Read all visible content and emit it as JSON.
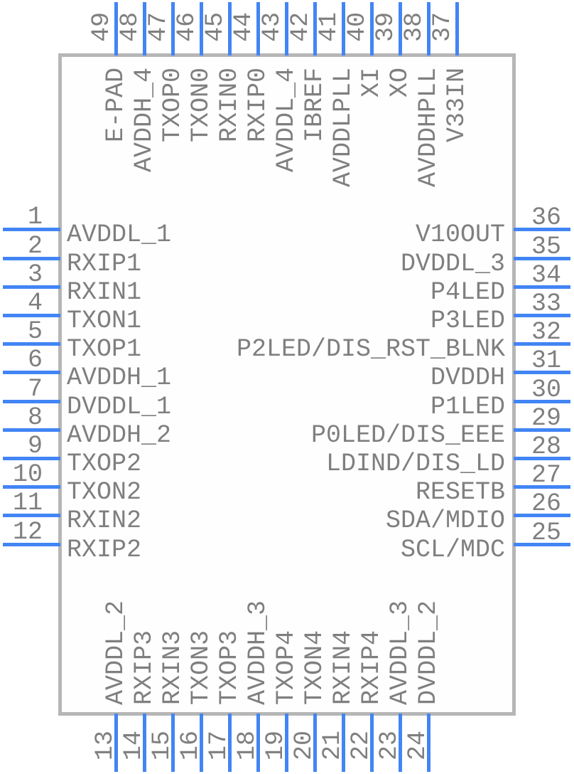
{
  "diagram": {
    "colors": {
      "pin_line": "#4285f4",
      "text": "#7f7f7f",
      "body_outline": "#b6b6b6",
      "body_fill": "#fefefe"
    },
    "pins": {
      "top": [
        {
          "number": "49",
          "label": "E-PAD"
        },
        {
          "number": "48",
          "label": "AVDDH_4"
        },
        {
          "number": "47",
          "label": "TXOP0"
        },
        {
          "number": "46",
          "label": "TXON0"
        },
        {
          "number": "45",
          "label": "RXIN0"
        },
        {
          "number": "44",
          "label": "RXIP0"
        },
        {
          "number": "43",
          "label": "AVDDL_4"
        },
        {
          "number": "42",
          "label": "IBREF"
        },
        {
          "number": "41",
          "label": "AVDDLPLL"
        },
        {
          "number": "40",
          "label": "XI"
        },
        {
          "number": "39",
          "label": "XO"
        },
        {
          "number": "38",
          "label": "AVDDHPLL"
        },
        {
          "number": "37",
          "label": "V33IN"
        }
      ],
      "left": [
        {
          "number": "1",
          "label": "AVDDL_1"
        },
        {
          "number": "2",
          "label": "RXIP1"
        },
        {
          "number": "3",
          "label": "RXIN1"
        },
        {
          "number": "4",
          "label": "TXON1"
        },
        {
          "number": "5",
          "label": "TXOP1"
        },
        {
          "number": "6",
          "label": "AVDDH_1"
        },
        {
          "number": "7",
          "label": "DVDDL_1"
        },
        {
          "number": "8",
          "label": "AVDDH_2"
        },
        {
          "number": "9",
          "label": "TXOP2"
        },
        {
          "number": "10",
          "label": "TXON2"
        },
        {
          "number": "11",
          "label": "RXIN2"
        },
        {
          "number": "12",
          "label": "RXIP2"
        }
      ],
      "right": [
        {
          "number": "36",
          "label": "V10OUT"
        },
        {
          "number": "35",
          "label": "DVDDL_3"
        },
        {
          "number": "34",
          "label": "P4LED"
        },
        {
          "number": "33",
          "label": "P3LED"
        },
        {
          "number": "32",
          "label": "P2LED/DIS_RST_BLNK"
        },
        {
          "number": "31",
          "label": "DVDDH"
        },
        {
          "number": "30",
          "label": "P1LED"
        },
        {
          "number": "29",
          "label": "P0LED/DIS_EEE"
        },
        {
          "number": "28",
          "label": "LDIND/DIS_LD"
        },
        {
          "number": "27",
          "label": "RESETB"
        },
        {
          "number": "26",
          "label": "SDA/MDIO"
        },
        {
          "number": "25",
          "label": "SCL/MDC"
        }
      ],
      "bottom": [
        {
          "number": "13",
          "label": "AVDDL_2"
        },
        {
          "number": "14",
          "label": "RXIP3"
        },
        {
          "number": "15",
          "label": "RXIN3"
        },
        {
          "number": "16",
          "label": "TXON3"
        },
        {
          "number": "17",
          "label": "TXOP3"
        },
        {
          "number": "18",
          "label": "AVDDH_3"
        },
        {
          "number": "19",
          "label": "TXOP4"
        },
        {
          "number": "20",
          "label": "TXON4"
        },
        {
          "number": "21",
          "label": "RXIN4"
        },
        {
          "number": "22",
          "label": "RXIP4"
        },
        {
          "number": "23",
          "label": "AVDDL_3"
        },
        {
          "number": "24",
          "label": "DVDDL_2"
        }
      ]
    }
  }
}
